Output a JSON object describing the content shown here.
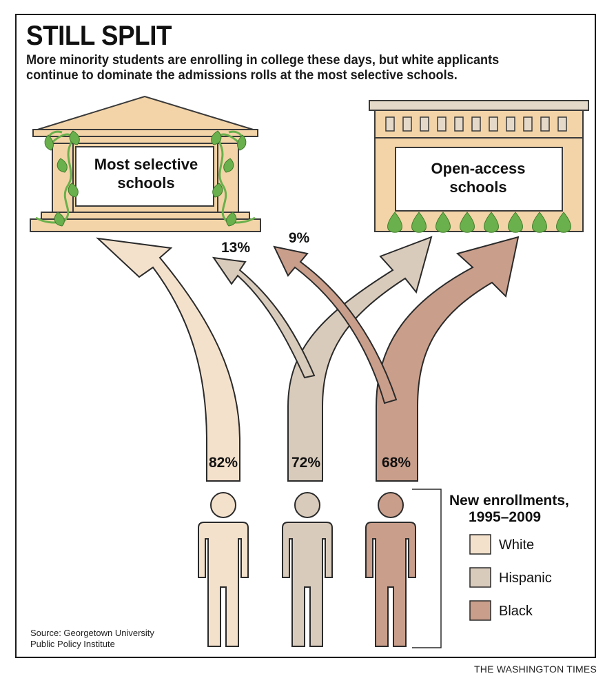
{
  "title": "STILL SPLIT",
  "subtitle": "More minority students are enrolling in college these days, but white applicants continue to dominate the admissions rolls at the most selective schools.",
  "buildings": {
    "selective": {
      "line1": "Most selective",
      "line2": "schools"
    },
    "open": {
      "line1": "Open-access",
      "line2": "schools"
    }
  },
  "flows": {
    "white": {
      "to_open": "82%"
    },
    "hispanic": {
      "to_selective": "13%",
      "to_open": "72%"
    },
    "black": {
      "to_selective": "9%",
      "to_open": "68%"
    }
  },
  "legend": {
    "title_line1": "New enrollments,",
    "title_line2": "1995–2009",
    "items": [
      {
        "label": "White",
        "color": "#f4e1cc"
      },
      {
        "label": "Hispanic",
        "color": "#d9cbbb"
      },
      {
        "label": "Black",
        "color": "#c99e8b"
      }
    ]
  },
  "colors": {
    "white": "#f4e1cc",
    "hispanic": "#d9cbbb",
    "black": "#c99e8b",
    "building": "#f3d4a8",
    "vine": "#6ab04c"
  },
  "source_line1": "Source: Georgetown University",
  "source_line2": "Public Policy Institute",
  "credit": "THE WASHINGTON TIMES"
}
